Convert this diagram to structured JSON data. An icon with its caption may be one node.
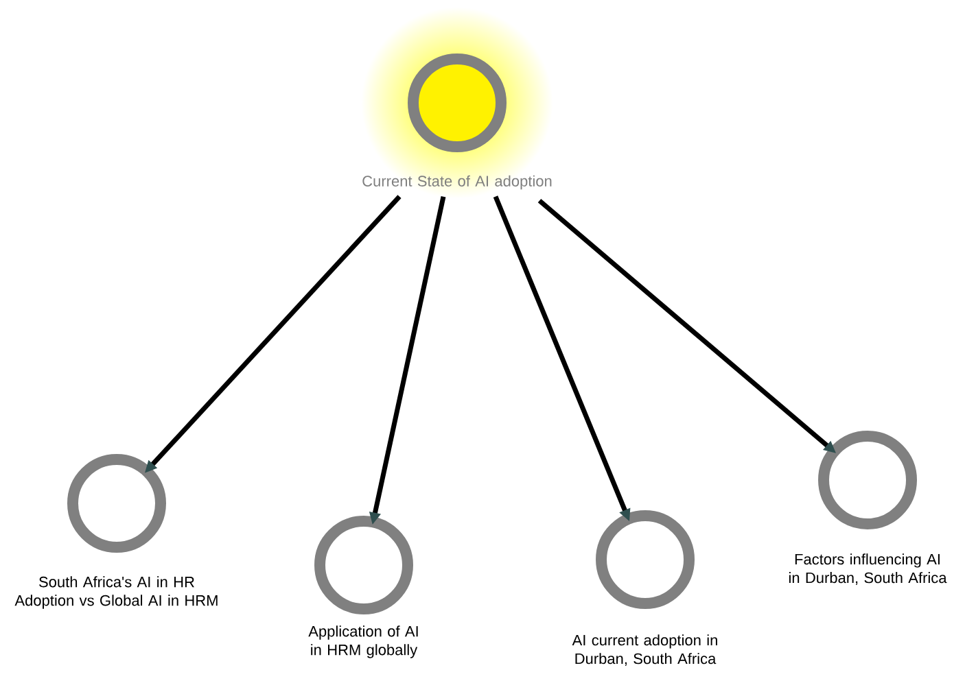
{
  "diagram": {
    "nodes": [
      {
        "text": [
          "Current State of AI adoption"
        ]
      },
      {
        "text": [
          "South Africa's AI in HR Adoption vs Global AI in HRM"
        ]
      },
      {
        "text": [
          "Application of AI in HRM globally"
        ]
      },
      {
        "text": [
          "AI current adoption in Durban, South Africa"
        ]
      },
      {
        "text": [
          "Factors influencing AI in Durban, South Africa"
        ]
      }
    ],
    "edges": [
      {
        "from": 0,
        "to": 1,
        "arrow": "to"
      },
      {
        "from": 0,
        "to": 2,
        "arrow": "to"
      },
      {
        "from": 0,
        "to": 3,
        "arrow": "to"
      },
      {
        "from": 0,
        "to": 4,
        "arrow": "to"
      }
    ]
  }
}
